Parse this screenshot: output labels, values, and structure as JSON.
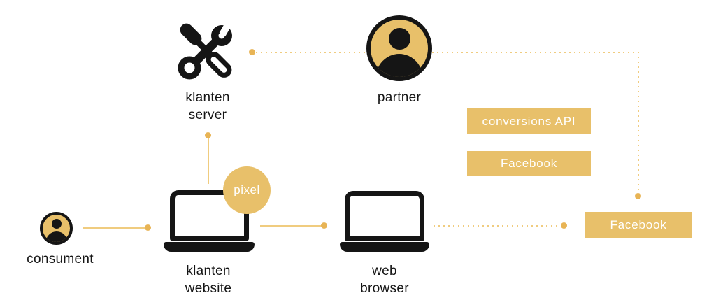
{
  "colors": {
    "gold": "#E8C06A",
    "gold_line": "#F0CC7F",
    "gold_dot": "#E8B455",
    "ink": "#151515"
  },
  "nodes": {
    "consument": {
      "label": "consument"
    },
    "klanten_website": {
      "line1": "klanten",
      "line2": "website"
    },
    "klanten_server": {
      "line1": "klanten",
      "line2": "server"
    },
    "partner": {
      "label": "partner"
    },
    "web_browser": {
      "line1": "web",
      "line2": "browser"
    },
    "pixel_badge": {
      "label": "pixel"
    }
  },
  "badges": {
    "conversions_api": {
      "label": "conversions API"
    },
    "facebook_top": {
      "label": "Facebook"
    },
    "facebook_right": {
      "label": "Facebook"
    }
  }
}
